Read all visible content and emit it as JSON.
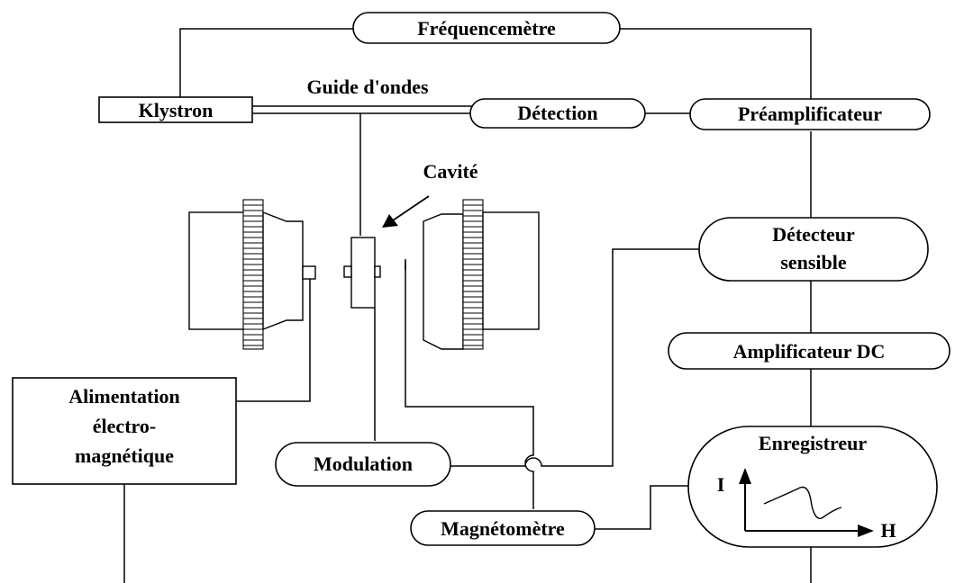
{
  "labels": {
    "frequencemetre": "Fréquencemètre",
    "klystron": "Klystron",
    "guide_ondes": "Guide d'ondes",
    "detection": "Détection",
    "preamplificateur": "Préamplificateur",
    "cavite": "Cavité",
    "detecteur_line1": "Détecteur",
    "detecteur_line2": "sensible",
    "amplificateur_dc": "Amplificateur DC",
    "alimentation_line1": "Alimentation",
    "alimentation_line2": "électro-",
    "alimentation_line3": "magnétique",
    "modulation": "Modulation",
    "magnetometre": "Magnétomètre",
    "enregistreur": "Enregistreur",
    "axis_i": "I",
    "axis_h": "H"
  }
}
